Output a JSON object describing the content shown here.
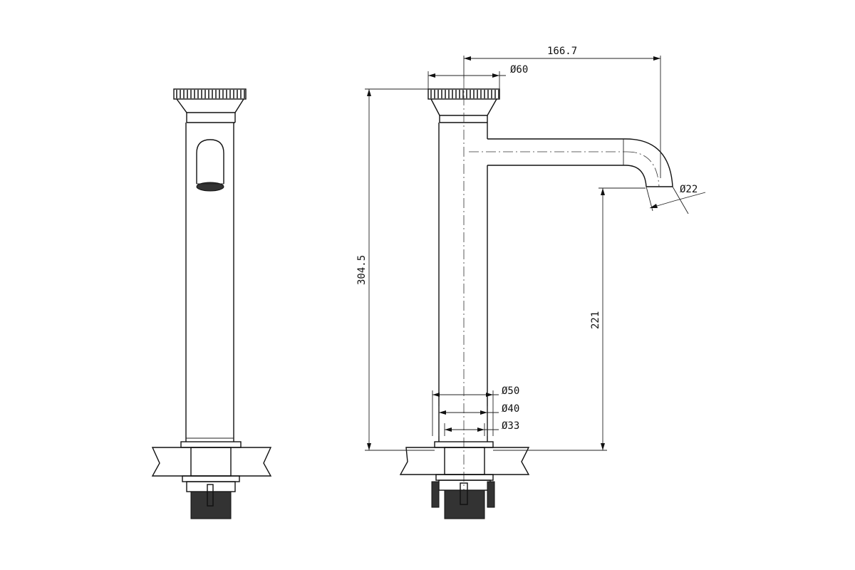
{
  "dimensions": {
    "spout_reach": "166.7",
    "top_diameter": "Ø60",
    "outlet_diameter": "Ø22",
    "total_height": "304.5",
    "spout_height": "221",
    "base_diameter_50": "Ø50",
    "base_diameter_40": "Ø40",
    "base_diameter_33": "Ø33"
  },
  "colors": {
    "line": "#111111",
    "background": "#ffffff"
  }
}
